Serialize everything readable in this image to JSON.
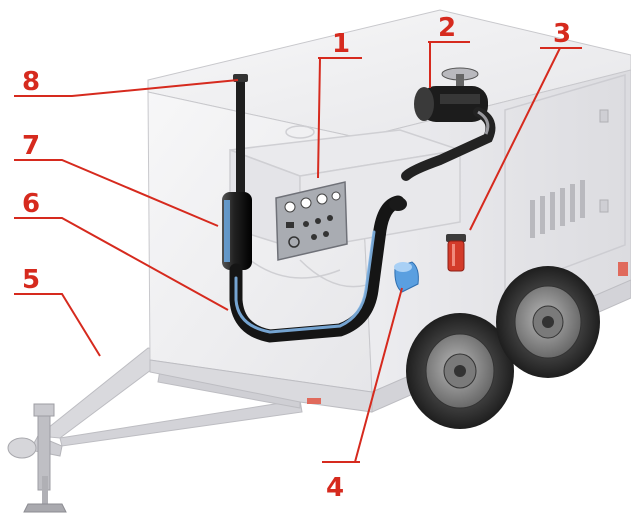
{
  "colors": {
    "callout": "#d62a1e",
    "body_fill": "#f2f2f3",
    "outline": "#c4c4c8",
    "tire": "#2b2b2b",
    "hose_highlight": "#7fb4e6",
    "filter_blue": "#5a9fe0",
    "fuel_filter_red": "#d33b2a"
  },
  "callouts": [
    {
      "number": "1"
    },
    {
      "number": "2"
    },
    {
      "number": "3"
    },
    {
      "number": "4"
    },
    {
      "number": "5"
    },
    {
      "number": "6"
    },
    {
      "number": "7"
    },
    {
      "number": "8"
    }
  ],
  "icons": {
    "generator": "towable-generator-trailer-icon",
    "control_panel": "control-panel-icon",
    "air_filter": "air-filter-icon",
    "fuel_filter": "fuel-filter-icon",
    "oil_filter": "oil-filter-icon",
    "muffler": "muffler-icon",
    "exhaust_stack": "exhaust-stack-icon",
    "hose": "coolant-hose-icon",
    "tongue": "trailer-tongue-icon",
    "jack": "trailer-jack-icon",
    "wheel": "wheel-icon"
  }
}
